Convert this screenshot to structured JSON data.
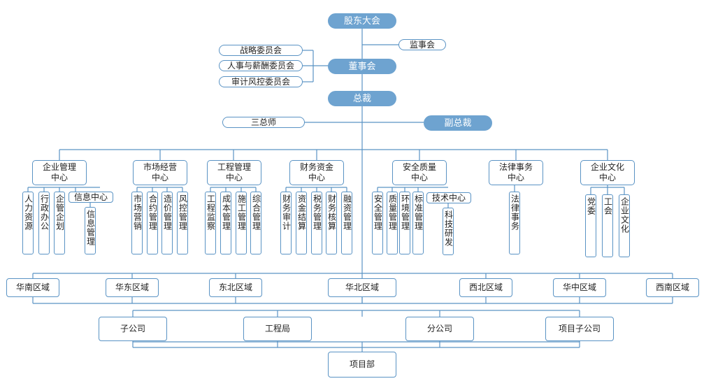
{
  "top": {
    "shareholders": "股东大会",
    "supervisors": "监事会",
    "board": "董事会",
    "committees": [
      "战略委员会",
      "人事与薪酬委员会",
      "审计风控委员会"
    ],
    "president": "总裁",
    "three_chiefs": "三总师",
    "vice_president": "副总裁"
  },
  "departments": [
    {
      "name": "企业管理\n中心",
      "subs": [
        "人力资源",
        "行政办公",
        "企管企划"
      ],
      "extra_label": "信息中心",
      "extra_sub": "信息管理"
    },
    {
      "name": "市场经营\n中心",
      "subs": [
        "市场营销",
        "合约管理",
        "造价管理",
        "风控管理"
      ]
    },
    {
      "name": "工程管理\n中心",
      "subs": [
        "工程监察",
        "成本管理",
        "施工管理",
        "综合管理"
      ]
    },
    {
      "name": "财务资金\n中心",
      "subs": [
        "财务审计",
        "资金结算",
        "税务管理",
        "财务核算",
        "融资管理"
      ]
    },
    {
      "name": "安全质量\n中心",
      "subs": [
        "安全管理",
        "质量管理",
        "环境管理",
        "标准管理"
      ],
      "extra_label": "技术中心",
      "extra_sub": "科技研发"
    },
    {
      "name": "法律事务\n中心",
      "subs": [
        "法律事务"
      ]
    },
    {
      "name": "企业文化\n中心",
      "subs": [
        "党委",
        "工会",
        "企业文化"
      ]
    }
  ],
  "regions": [
    "华南区域",
    "华东区域",
    "东北区域",
    "华北区域",
    "西北区域",
    "华中区域",
    "西南区域"
  ],
  "units": [
    "子公司",
    "工程局",
    "分公司",
    "项目子公司"
  ],
  "project": "项目部"
}
